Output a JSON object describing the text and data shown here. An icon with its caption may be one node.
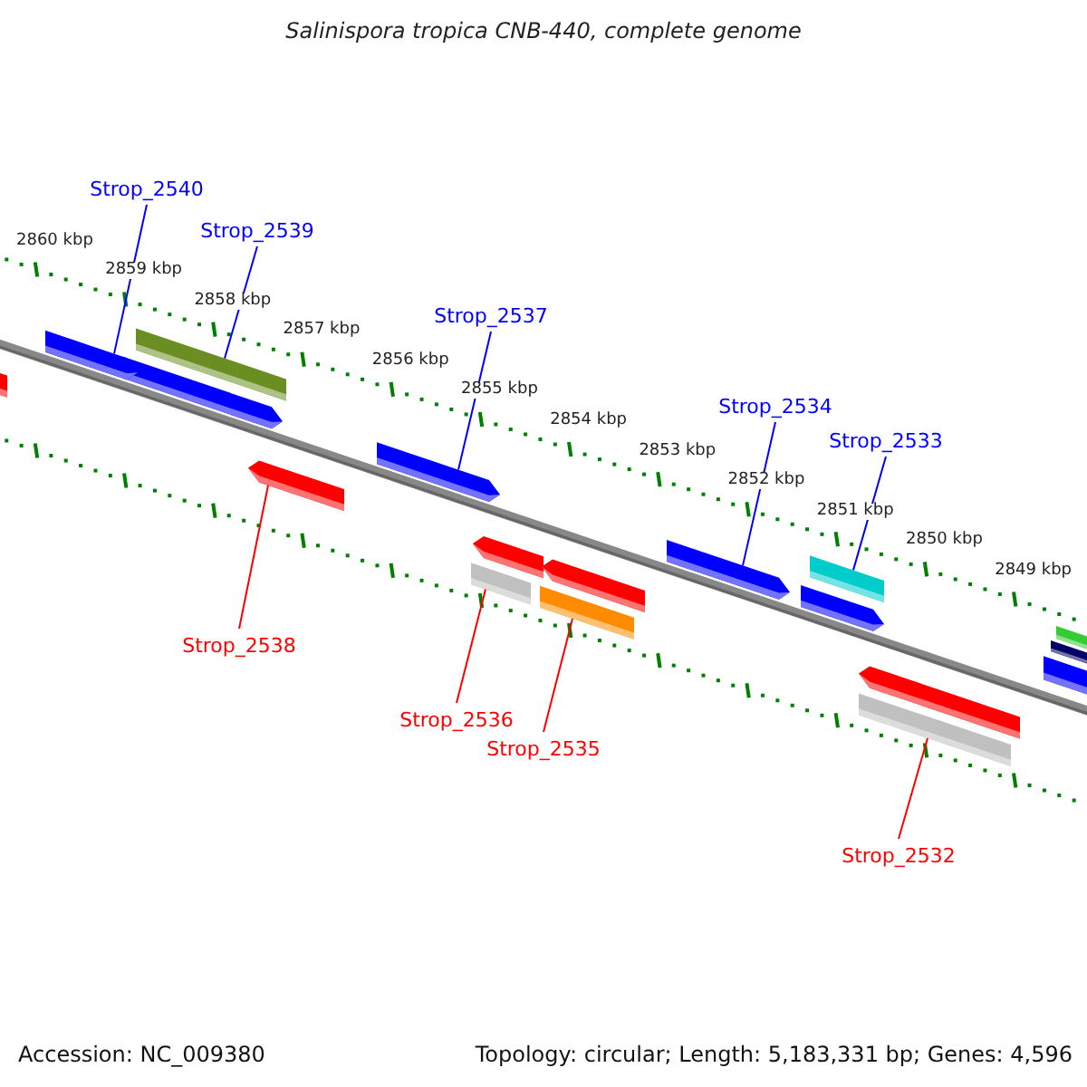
{
  "diagram": {
    "title": "Salinispora tropica CNB-440, complete genome",
    "nodes": [
      {
        "text": [
          "Strop_2540"
        ]
      },
      {
        "text": [
          "Strop_2539"
        ]
      },
      {
        "text": [
          "Strop_2537"
        ]
      },
      {
        "text": [
          "Strop_2534"
        ]
      },
      {
        "text": [
          "Strop_2533"
        ]
      },
      {
        "text": [
          "Strop_2538"
        ]
      },
      {
        "text": [
          "Strop_2536"
        ]
      },
      {
        "text": [
          "Strop_2535"
        ]
      },
      {
        "text": [
          "Strop_2532"
        ]
      },
      {
        "text": [],
        "shape": "bar"
      },
      {
        "text": [],
        "shape": "bar"
      },
      {
        "text": [],
        "shape": "bar"
      },
      {
        "text": [],
        "shape": "bar"
      },
      {
        "text": [],
        "shape": "bar"
      },
      {
        "text": [],
        "shape": "bar"
      },
      {
        "text": [],
        "shape": "bar"
      },
      {
        "text": [],
        "shape": "bar"
      },
      {
        "text": [],
        "shape": "bar"
      }
    ],
    "edges": [
      {
        "from": 0,
        "to": 9,
        "arrow": "none"
      },
      {
        "from": 1,
        "to": 10,
        "arrow": "none"
      },
      {
        "from": 2,
        "to": 11,
        "arrow": "none"
      },
      {
        "from": 3,
        "to": 12,
        "arrow": "none"
      },
      {
        "from": 4,
        "to": 13,
        "arrow": "none"
      },
      {
        "from": 5,
        "to": 14,
        "arrow": "none",
        "color": "#ff0000"
      },
      {
        "from": 6,
        "to": 15,
        "arrow": "none",
        "color": "#ff0000"
      },
      {
        "from": 7,
        "to": 16,
        "arrow": "none",
        "color": "#ff0000"
      },
      {
        "from": 8,
        "to": 17,
        "arrow": "none",
        "color": "#ff0000"
      }
    ],
    "labels": [
      "2860 kbp",
      "2859 kbp",
      "2858 kbp",
      "2857 kbp",
      "2856 kbp",
      "2855 kbp",
      "2854 kbp",
      "2853 kbp",
      "2852 kbp",
      "2851 kbp",
      "2850 kbp",
      "2849 kbp",
      "Accession: NC_009380",
      "Topology: circular; Length: 5,183,331 bp; Genes: 4,596"
    ]
  }
}
